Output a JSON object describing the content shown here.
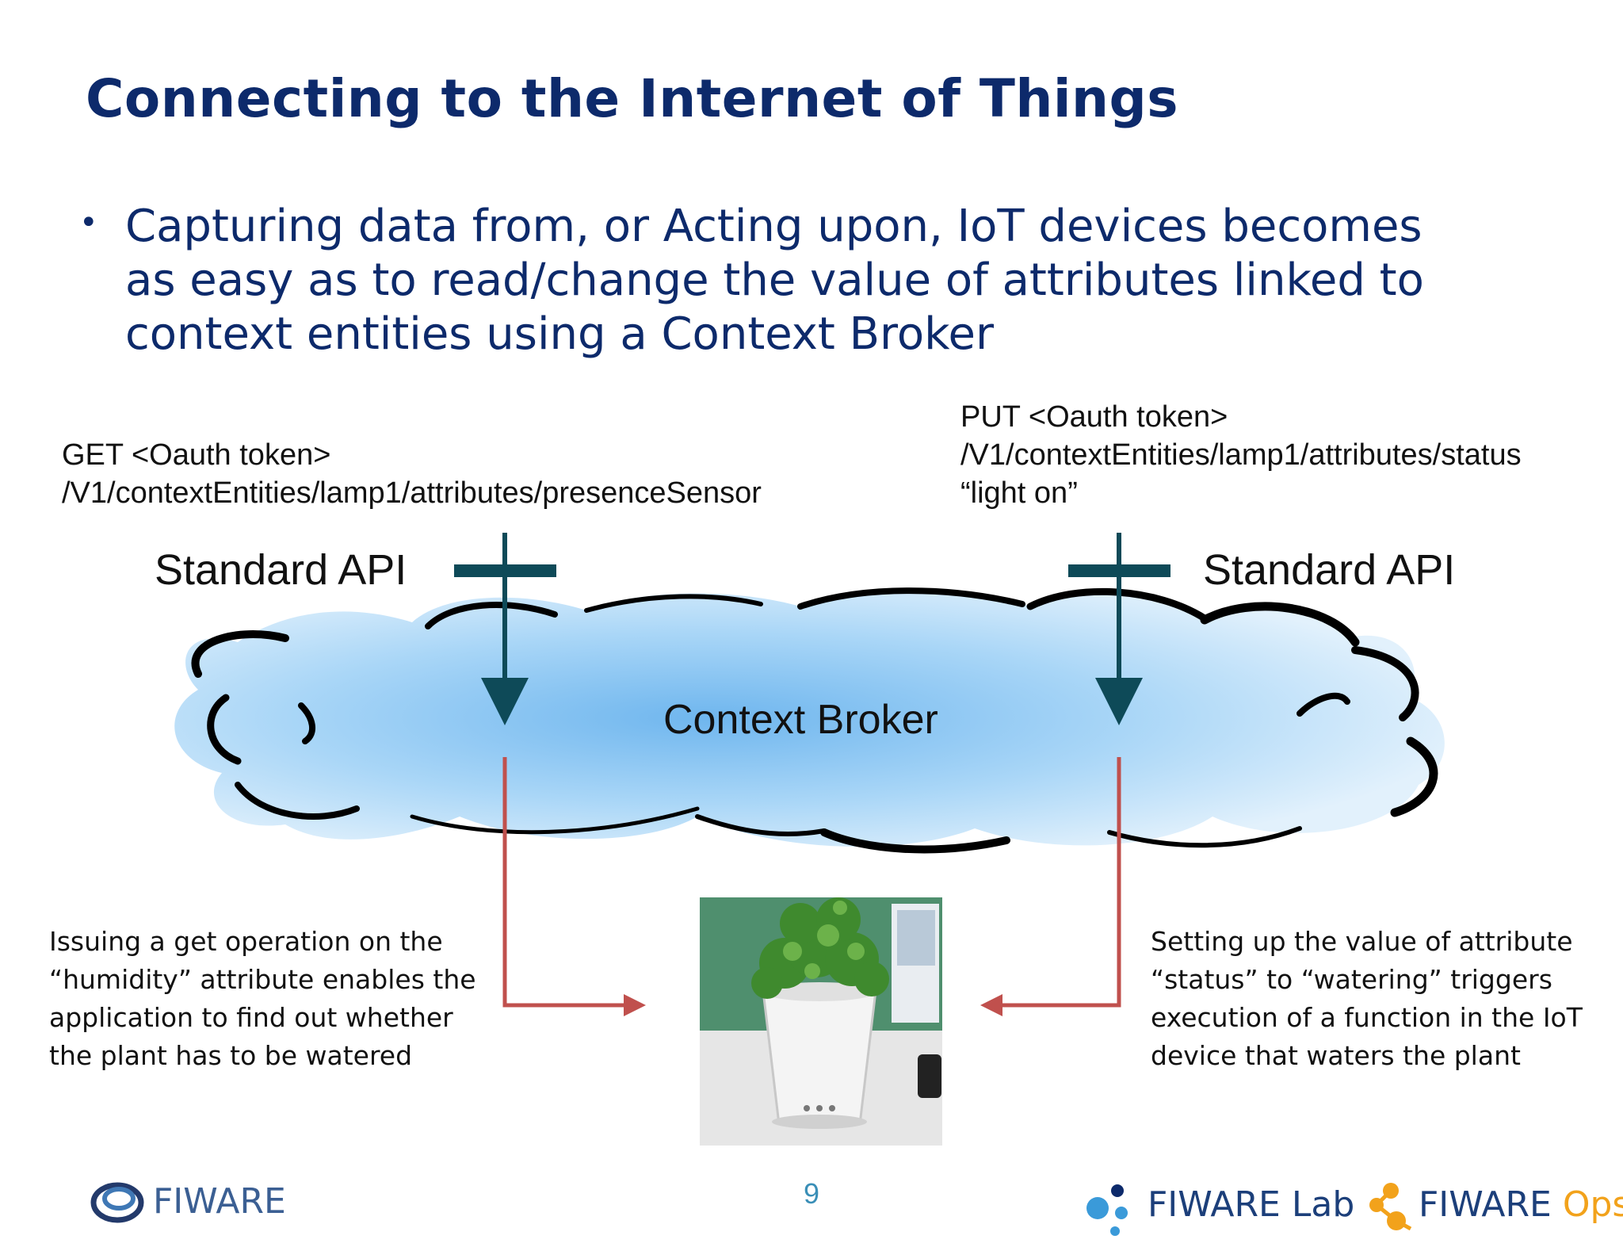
{
  "slide": {
    "title": "Connecting to the Internet of Things",
    "bullet_lines": [
      "Capturing data from, or Acting upon, IoT devices becomes",
      "as easy as to read/change the value of attributes linked to",
      "context entities using a Context Broker"
    ],
    "page_number": "9"
  },
  "diagram": {
    "get_request": [
      "GET <Oauth token>",
      "/V1/contextEntities/lamp1/attributes/presenceSensor"
    ],
    "put_request": [
      "PUT <Oauth token>",
      "/V1/contextEntities/lamp1/attributes/status",
      "“light on”"
    ],
    "api_left": "Standard API",
    "api_right": "Standard API",
    "broker": "Context Broker",
    "note_left": [
      "Issuing a get operation on the",
      "“humidity” attribute enables the",
      "application to find out whether",
      "the plant has to be watered"
    ],
    "note_right": [
      "Setting up the value of attribute",
      "“status” to “watering” triggers",
      "execution of a function in the IoT",
      "device that waters the plant"
    ],
    "colors": {
      "title": "#0d2a6b",
      "api_connector": "#0e4a58",
      "data_arrow": "#c0504d",
      "cloud_fill": "#9ecff3",
      "page_number": "#3a8fb7"
    },
    "image_icon": "potted-plant-sensor"
  },
  "footer": {
    "logo_left": "FIWARE",
    "logo_mid": "FIWARE Lab",
    "logo_right_a": "FIWARE",
    "logo_right_b": "Ops"
  }
}
